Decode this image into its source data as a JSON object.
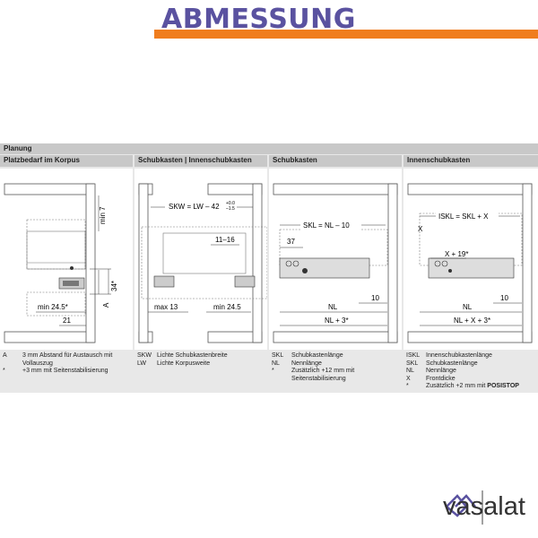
{
  "heading": "ABMESSUNG",
  "section_title": "Planung",
  "columns": [
    {
      "title": "Platzbedarf im Korpus"
    },
    {
      "title": "Schubkasten | Innenschubkasten"
    },
    {
      "title": "Schubkasten"
    },
    {
      "title": "Innenschubkasten"
    }
  ],
  "diagram_labels": {
    "c1_min7": "min 7",
    "c1_a": "A",
    "c1_34": "34*",
    "c1_min245": "min 24.5*",
    "c1_21": "21",
    "c2_skw": "SKW = LW – 42",
    "c2_tol_plus": "+0.0",
    "c2_tol_minus": "–1.5",
    "c2_1116": "11–16",
    "c2_max13": "max 13",
    "c2_min245": "min 24.5",
    "c3_skl": "SKL = NL – 10",
    "c3_37": "37",
    "c3_10": "10",
    "c3_nl": "NL",
    "c3_nl3": "NL + 3*",
    "c4_iskl": "ISKL = SKL + X",
    "c4_x": "X",
    "c4_x19": "X + 19*",
    "c4_10": "10",
    "c4_nl": "NL",
    "c4_nlx3": "NL + X + 3*"
  },
  "legends": [
    [
      {
        "abbr": "A",
        "desc": "3 mm Abstand für Austausch mit"
      },
      {
        "abbr": "",
        "desc": "Vollauszug"
      },
      {
        "abbr": "*",
        "desc": "+3 mm mit Seitenstabilisierung"
      }
    ],
    [
      {
        "abbr": "SKW",
        "desc": "Lichte Schubkastenbreite"
      },
      {
        "abbr": "LW",
        "desc": "Lichte Korpusweite"
      }
    ],
    [
      {
        "abbr": "SKL",
        "desc": "Schubkastenlänge"
      },
      {
        "abbr": "NL",
        "desc": "Nennlänge"
      },
      {
        "abbr": "*",
        "desc": "Zusätzlich +12 mm mit"
      },
      {
        "abbr": "",
        "desc": "Seitenstabilisierung"
      }
    ],
    [
      {
        "abbr": "ISKL",
        "desc": "Innenschubkastenlänge"
      },
      {
        "abbr": "SKL",
        "desc": "Schubkastenlänge"
      },
      {
        "abbr": "NL",
        "desc": "Nennlänge"
      },
      {
        "abbr": "X",
        "desc": "Frontdicke"
      },
      {
        "abbr": "*",
        "desc": "Zusätzlich +2 mm mit",
        "bold": "POSISTOP"
      }
    ]
  ],
  "logo_text": "vasalat",
  "colors": {
    "heading": "#5a52a0",
    "accent": "#f07d1e",
    "panel": "#e8e8e8",
    "header": "#c8c8c8"
  }
}
